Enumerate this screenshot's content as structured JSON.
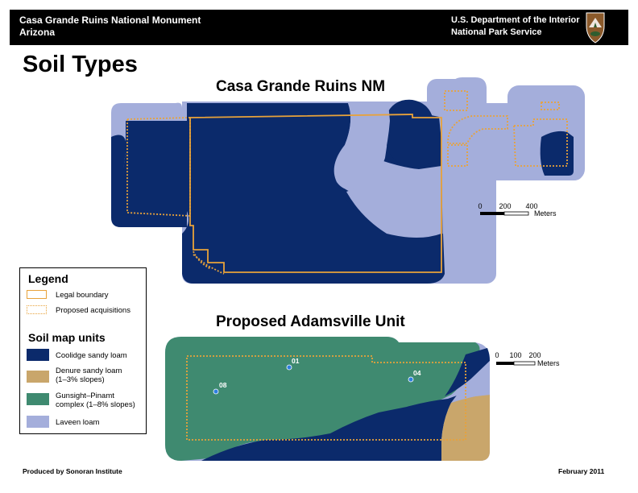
{
  "header": {
    "park_name": "Casa Grande Ruins National Monument",
    "state": "Arizona",
    "agency_dept": "U.S. Department of the Interior",
    "agency_service": "National Park Service"
  },
  "page_title": "Soil Types",
  "maps": {
    "main_title": "Casa Grande Ruins NM",
    "adamsville_title": "Proposed Adamsville Unit"
  },
  "scalebars": {
    "main": {
      "ticks": [
        "0",
        "200",
        "400"
      ],
      "unit": "Meters"
    },
    "adamsville": {
      "ticks": [
        "0",
        "100",
        "200"
      ],
      "unit": "Meters"
    }
  },
  "legend": {
    "title": "Legend",
    "legal_boundary": "Legal boundary",
    "proposed_acquisitions": "Proposed acquisitions",
    "soil_heading": "Soil map units",
    "units": [
      {
        "label_line1": "Coolidge sandy loam",
        "label_line2": "",
        "color": "#0b2a6b"
      },
      {
        "label_line1": "Denure sandy loam",
        "label_line2": "(1–3% slopes)",
        "color": "#c9a66b"
      },
      {
        "label_line1": "Gunsight–Pinamt",
        "label_line2": "complex (1–8% slopes)",
        "color": "#3f8a70"
      },
      {
        "label_line1": "Laveen loam",
        "label_line2": "",
        "color": "#a4aedb"
      }
    ]
  },
  "points": [
    {
      "label": "01"
    },
    {
      "label": "04"
    },
    {
      "label": "08"
    }
  ],
  "colors": {
    "boundary": "#e8a23a",
    "point_fill": "#2e7fe0"
  },
  "footer": {
    "producer": "Produced by Sonoran Institute",
    "date": "February 2011"
  }
}
